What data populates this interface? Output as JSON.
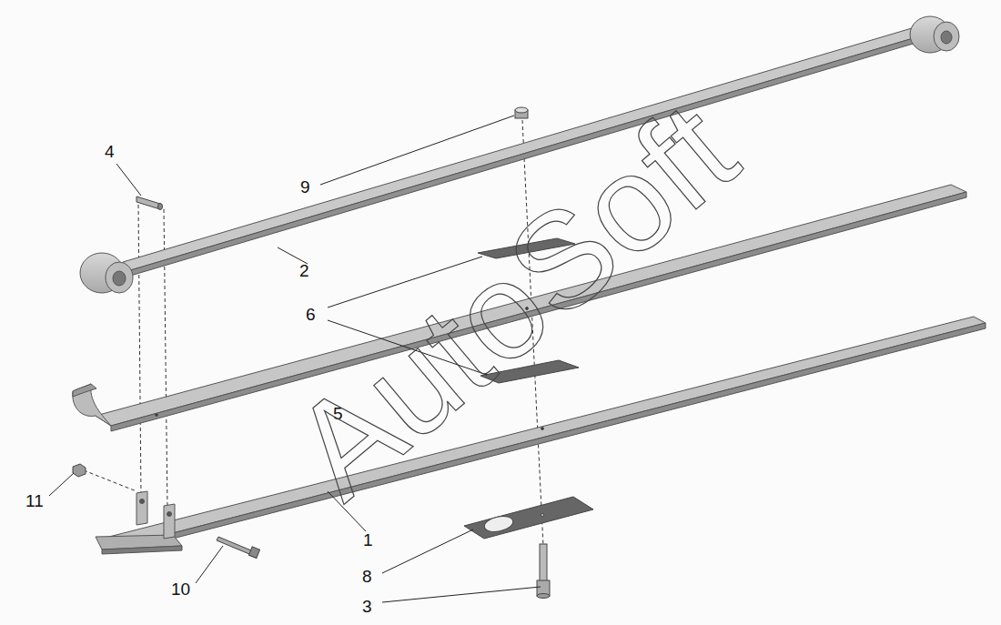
{
  "diagram": {
    "labels": [
      "4",
      "9",
      "2",
      "6",
      "5",
      "11",
      "1",
      "10",
      "8",
      "3",
      "AutoSoft"
    ]
  }
}
